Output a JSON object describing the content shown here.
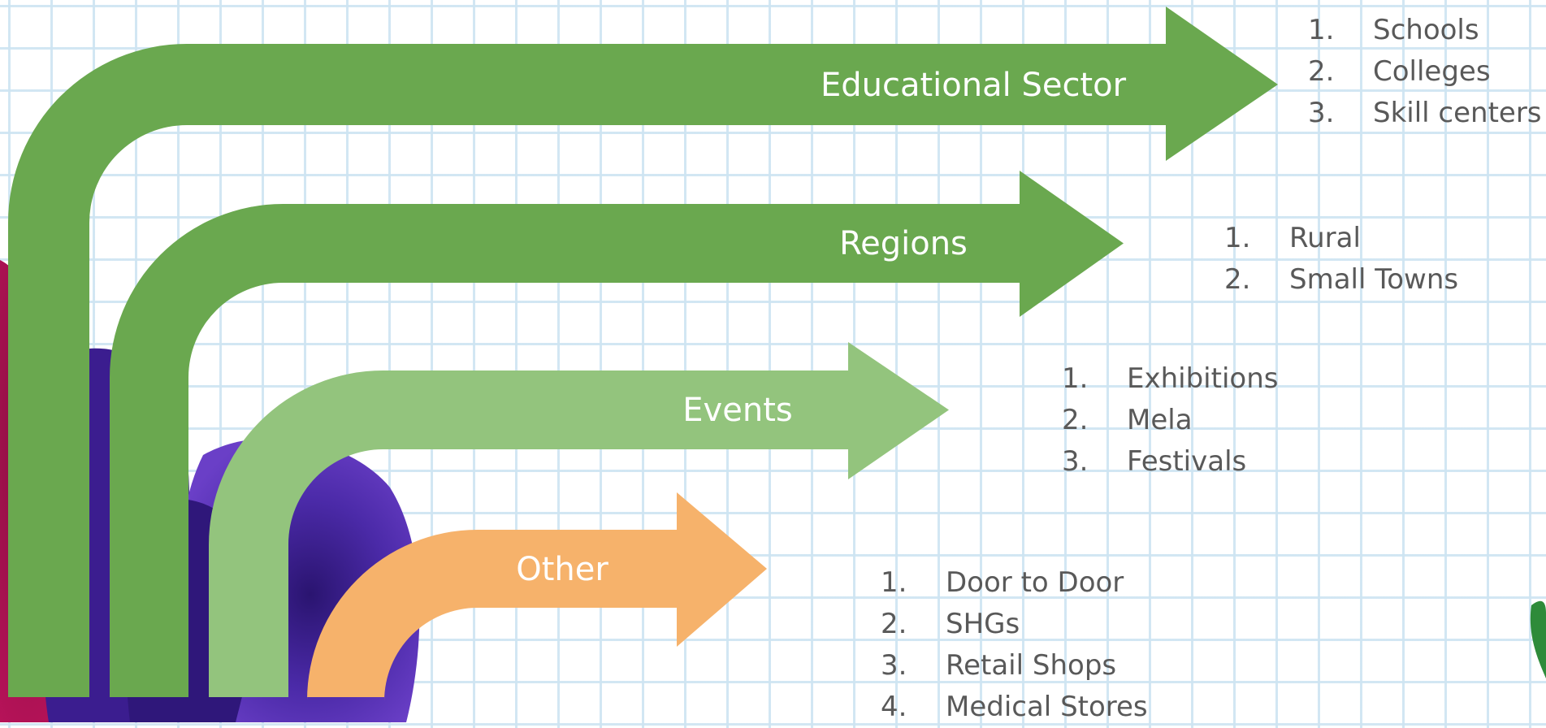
{
  "branches": [
    {
      "id": "educational",
      "label": "Educational Sector",
      "color": "#6aa84f",
      "items": [
        {
          "num": "1.",
          "text": "Schools"
        },
        {
          "num": "2.",
          "text": "Colleges"
        },
        {
          "num": "3.",
          "text": "Skill centers"
        }
      ]
    },
    {
      "id": "regions",
      "label": "Regions",
      "color": "#6aa84f",
      "items": [
        {
          "num": "1.",
          "text": "Rural"
        },
        {
          "num": "2.",
          "text": "Small Towns"
        }
      ]
    },
    {
      "id": "events",
      "label": "Events",
      "color": "#93c47d",
      "items": [
        {
          "num": "1.",
          "text": "Exhibitions"
        },
        {
          "num": "2.",
          "text": "Mela"
        },
        {
          "num": "3.",
          "text": "Festivals"
        }
      ]
    },
    {
      "id": "other",
      "label": "Other",
      "color": "#f6b26b",
      "items": [
        {
          "num": "1.",
          "text": "Door to Door"
        },
        {
          "num": "2.",
          "text": "SHGs"
        },
        {
          "num": "3.",
          "text": "Retail Shops"
        },
        {
          "num": "4.",
          "text": "Medical Stores"
        }
      ]
    }
  ]
}
